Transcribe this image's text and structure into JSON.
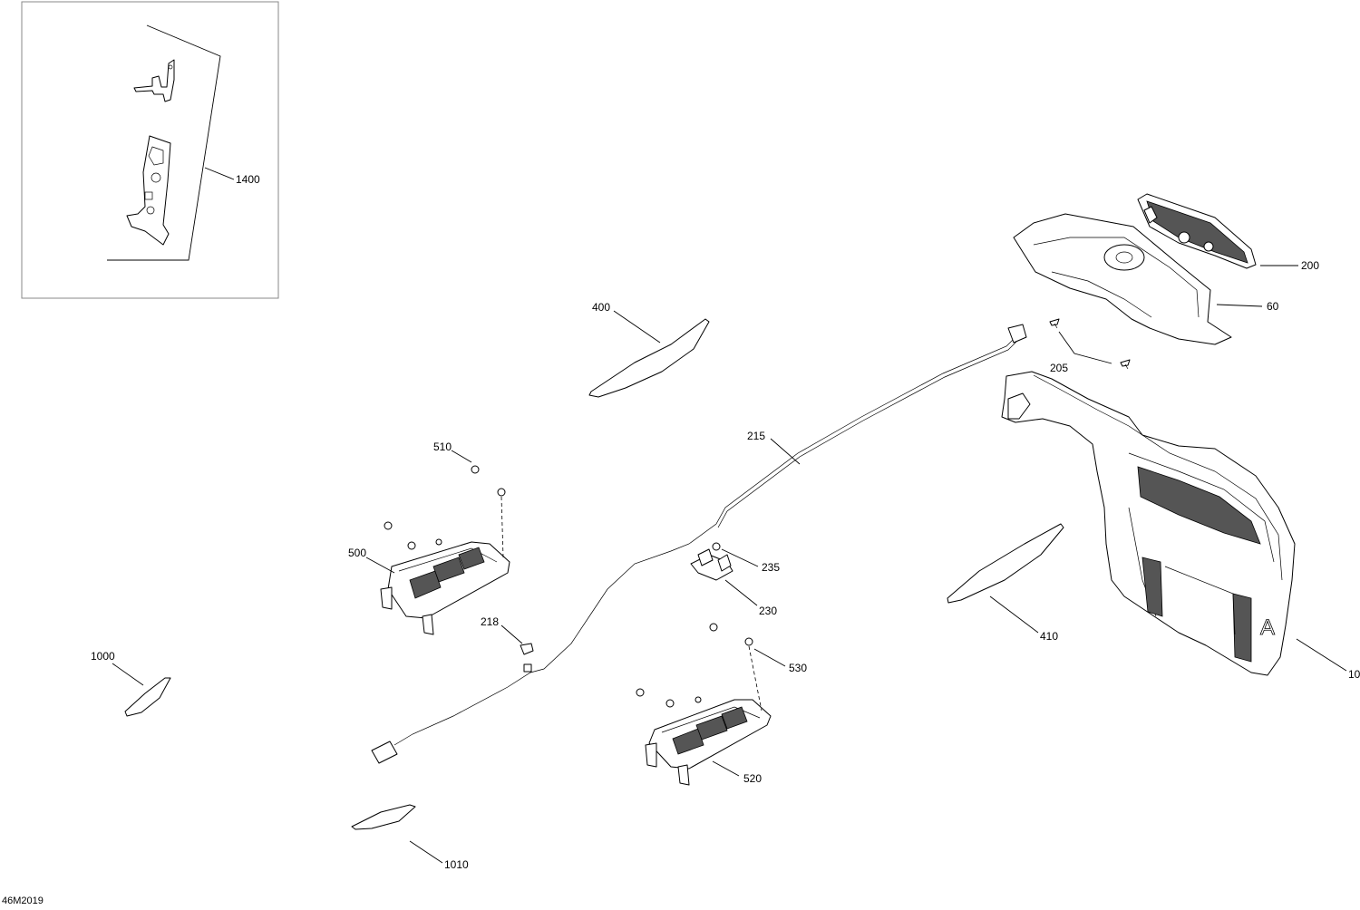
{
  "diagram": {
    "figure_id": "46M2019",
    "callouts": {
      "c1400": "1400",
      "c200": "200",
      "c60": "60",
      "c205": "205",
      "c400": "400",
      "c215": "215",
      "c510": "510",
      "c500": "500",
      "c235": "235",
      "c230": "230",
      "c218": "218",
      "c410": "410",
      "c530": "530",
      "c10": "10",
      "c1000": "1000",
      "c520": "520",
      "c1010": "1010"
    },
    "decal_letter": "A"
  }
}
